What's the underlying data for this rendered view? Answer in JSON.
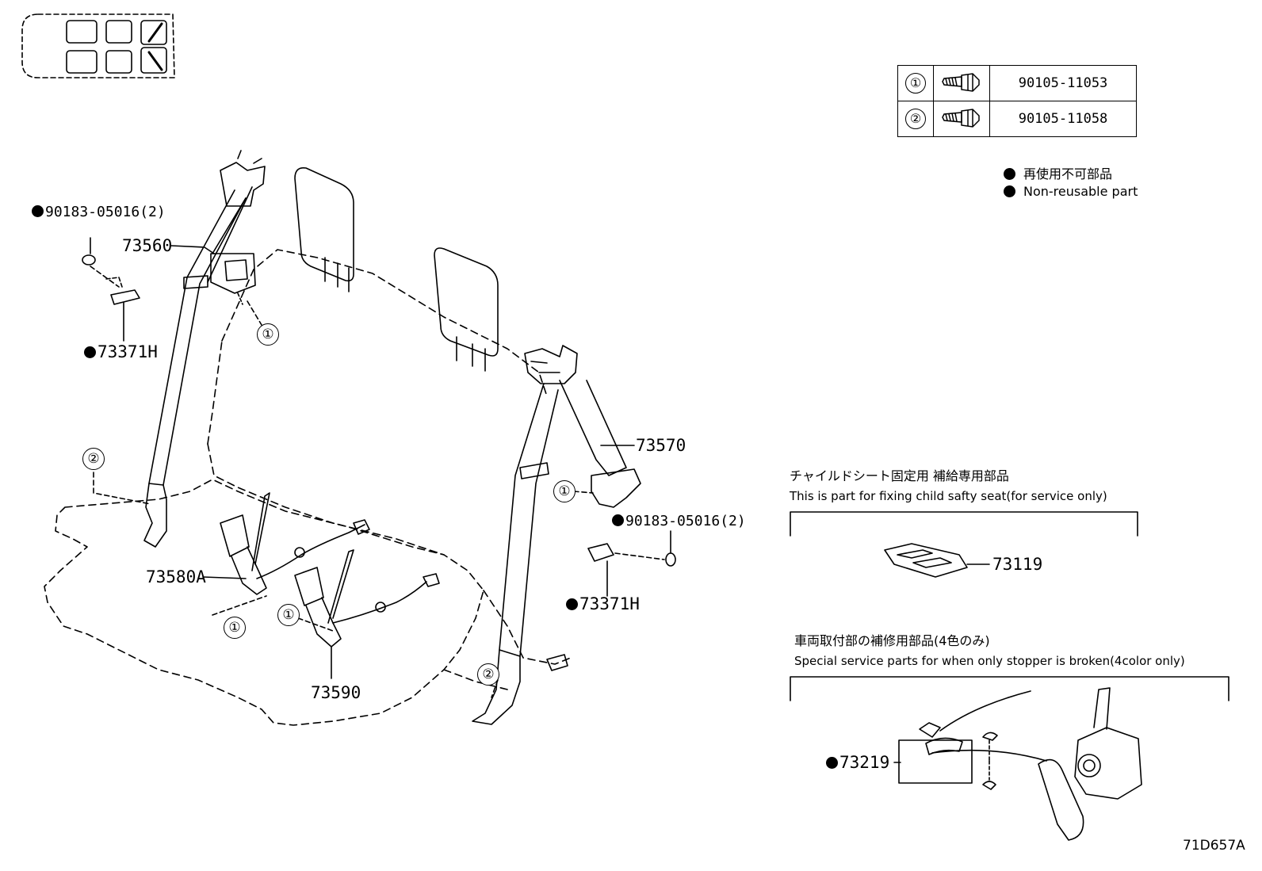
{
  "legend": {
    "jp": "再使用不可部品",
    "en": "Non-reusable part"
  },
  "bolt_table": [
    {
      "ref": "①",
      "part": "90105-11053"
    },
    {
      "ref": "②",
      "part": "90105-11058"
    }
  ],
  "labels": {
    "p90183_left": "90183-05016(2)",
    "p73560": "73560",
    "p73371h_left": "73371H",
    "p73570": "73570",
    "p90183_right": "90183-05016(2)",
    "p73371h_right": "73371H",
    "p73580a": "73580A",
    "p73590": "73590",
    "p73119": "73119",
    "p73219": "73219"
  },
  "callouts": {
    "one": "①",
    "two": "②"
  },
  "sections": {
    "child_seat": {
      "jp": "チャイルドシート固定用 補給専用部品",
      "en": "This is part for fixing child safty seat(for service only)"
    },
    "stopper": {
      "jp": "車両取付部の補修用部品(4色のみ)",
      "en": "Special service parts for when only stopper is broken(4color only)"
    }
  },
  "diagram_code": "71D657A"
}
